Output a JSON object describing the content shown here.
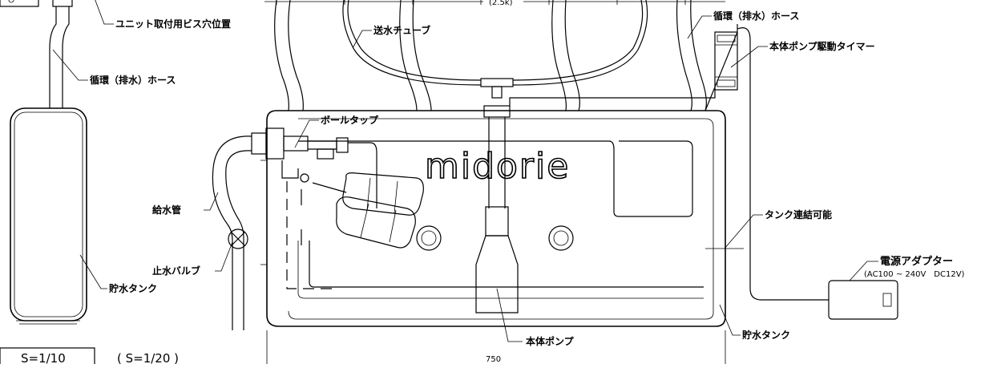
{
  "brand": "midorie",
  "labels": {
    "unit_screw_position": "ユニット取付用ビス穴位置",
    "circulation_hose_left": "循環（排水）ホース",
    "circulation_hose_right": "循環（排水）ホース",
    "water_tube": "送水チューブ",
    "pump_timer": "本体ポンプ駆動タイマー",
    "ball_tap": "ボールタップ",
    "supply_pipe": "給水管",
    "stop_valve": "止水バルブ",
    "storage_tank_left": "貯水タンク",
    "tank_connectable": "タンク連結可能",
    "power_adapter": "電源アダプター",
    "power_spec": "(AC100 ~ 240V　DC12V)",
    "main_pump": "本体ポンプ",
    "storage_tank_right": "貯水タンク",
    "top_dim_hint": "(2.5k)"
  },
  "dimension": {
    "width_label": "750"
  },
  "scale": {
    "primary": "S=1/10",
    "secondary": "( S=1/20 )"
  }
}
